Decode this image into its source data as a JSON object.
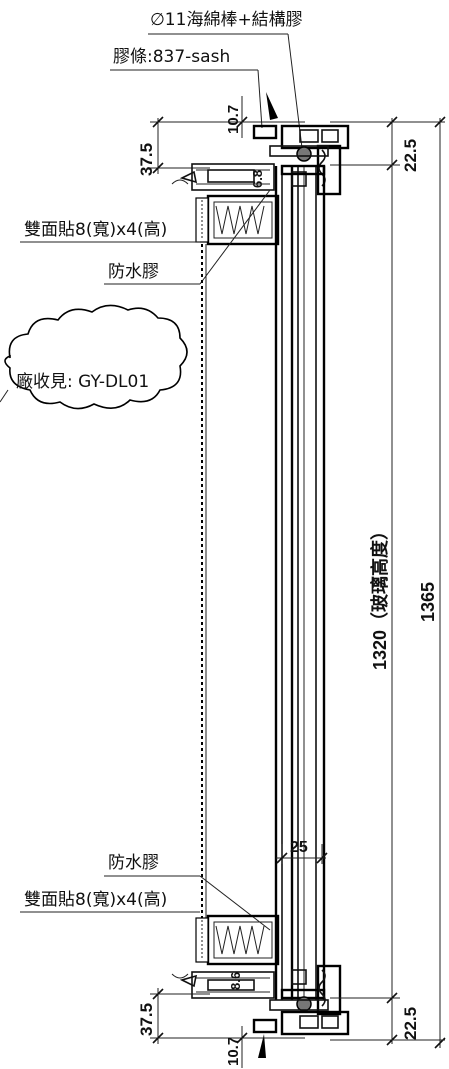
{
  "annotations": {
    "backer_rod": "∅11海綿棒+結構膠",
    "gasket_top": "膠條:837-sash",
    "tape_top": "雙面貼8(寬)x4(高)",
    "waterproof_top": "防水膠",
    "cloud_callout": "廠收見: GY-DL01",
    "waterproof_bottom": "防水膠",
    "tape_bottom": "雙面貼8(寬)x4(高)"
  },
  "dimensions": {
    "top_10_7": "10.7",
    "top_37_5": "37.5",
    "top_6_8": "6.8",
    "top_22_5": "22.5",
    "glass_height": "1320（玻璃高度）",
    "overall_height": "1365",
    "depth_25": "25",
    "bottom_8_6": "8.6",
    "bottom_37_5": "37.5",
    "bottom_22_5": "22.5",
    "bottom_10_7": "10.7"
  }
}
